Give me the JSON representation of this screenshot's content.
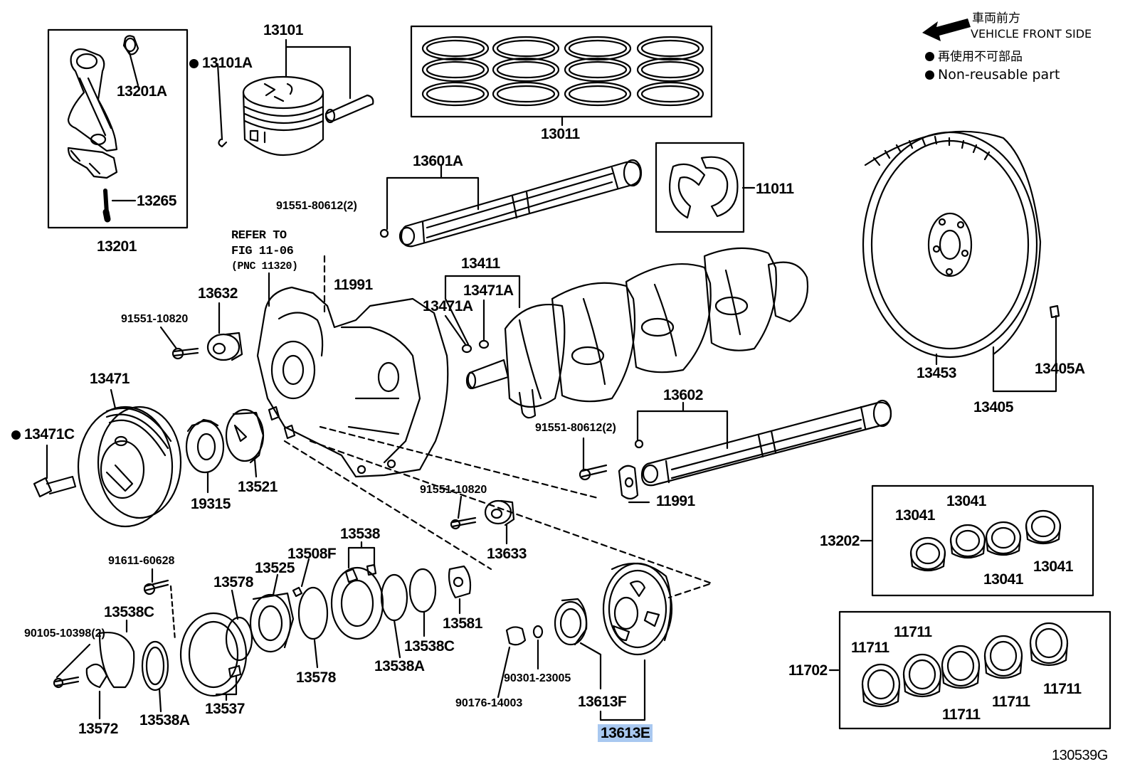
{
  "legend": {
    "front_jp": "車両前方",
    "front_en": "VEHICLE FRONT SIDE",
    "nonreuse_jp": "再使用不可部品",
    "nonreuse_en": "Non-reusable part"
  },
  "refer": {
    "line1": "REFER TO",
    "line2": "FIG 11-06",
    "line3": "(PNC 11320)"
  },
  "figure_id": "130539G",
  "selected_part": "13613E",
  "parts": {
    "p13101": "13101",
    "p13101A": "13101A",
    "p13201A": "13201A",
    "p13265": "13265",
    "p13201": "13201",
    "p13011": "13011",
    "p13601A": "13601A",
    "p11011": "11011",
    "p91551_80612_a": "91551-80612(2)",
    "p11991_a": "11991",
    "p13411": "13411",
    "p13471A_a": "13471A",
    "p13471A_b": "13471A",
    "p13632": "13632",
    "p91551_10820_a": "91551-10820",
    "p13471": "13471",
    "p13471C": "13471C",
    "p19315": "19315",
    "p13521": "13521",
    "p13453": "13453",
    "p13405A": "13405A",
    "p13405": "13405",
    "p13602": "13602",
    "p91551_80612_b": "91551-80612(2)",
    "p11991_b": "11991",
    "p91551_10820_b": "91551-10820",
    "p13633": "13633",
    "p13538": "13538",
    "p13508F": "13508F",
    "p91611_60628": "91611-60628",
    "p13578_a": "13578",
    "p13525": "13525",
    "p13538C_a": "13538C",
    "p90105_10398": "90105-10398(2)",
    "p13581": "13581",
    "p13538C_b": "13538C",
    "p13578_b": "13578",
    "p13538A_a": "13538A",
    "p13537": "13537",
    "p13572": "13572",
    "p13538A_b": "13538A",
    "p90301_23005": "90301-23005",
    "p90176_14003": "90176-14003",
    "p13613F": "13613F",
    "p13202": "13202",
    "p13041_a": "13041",
    "p13041_b": "13041",
    "p13041_c": "13041",
    "p13041_d": "13041",
    "p11702": "11702",
    "p11711_a": "11711",
    "p11711_b": "11711",
    "p11711_c": "11711",
    "p11711_d": "11711",
    "p11711_e": "11711"
  }
}
